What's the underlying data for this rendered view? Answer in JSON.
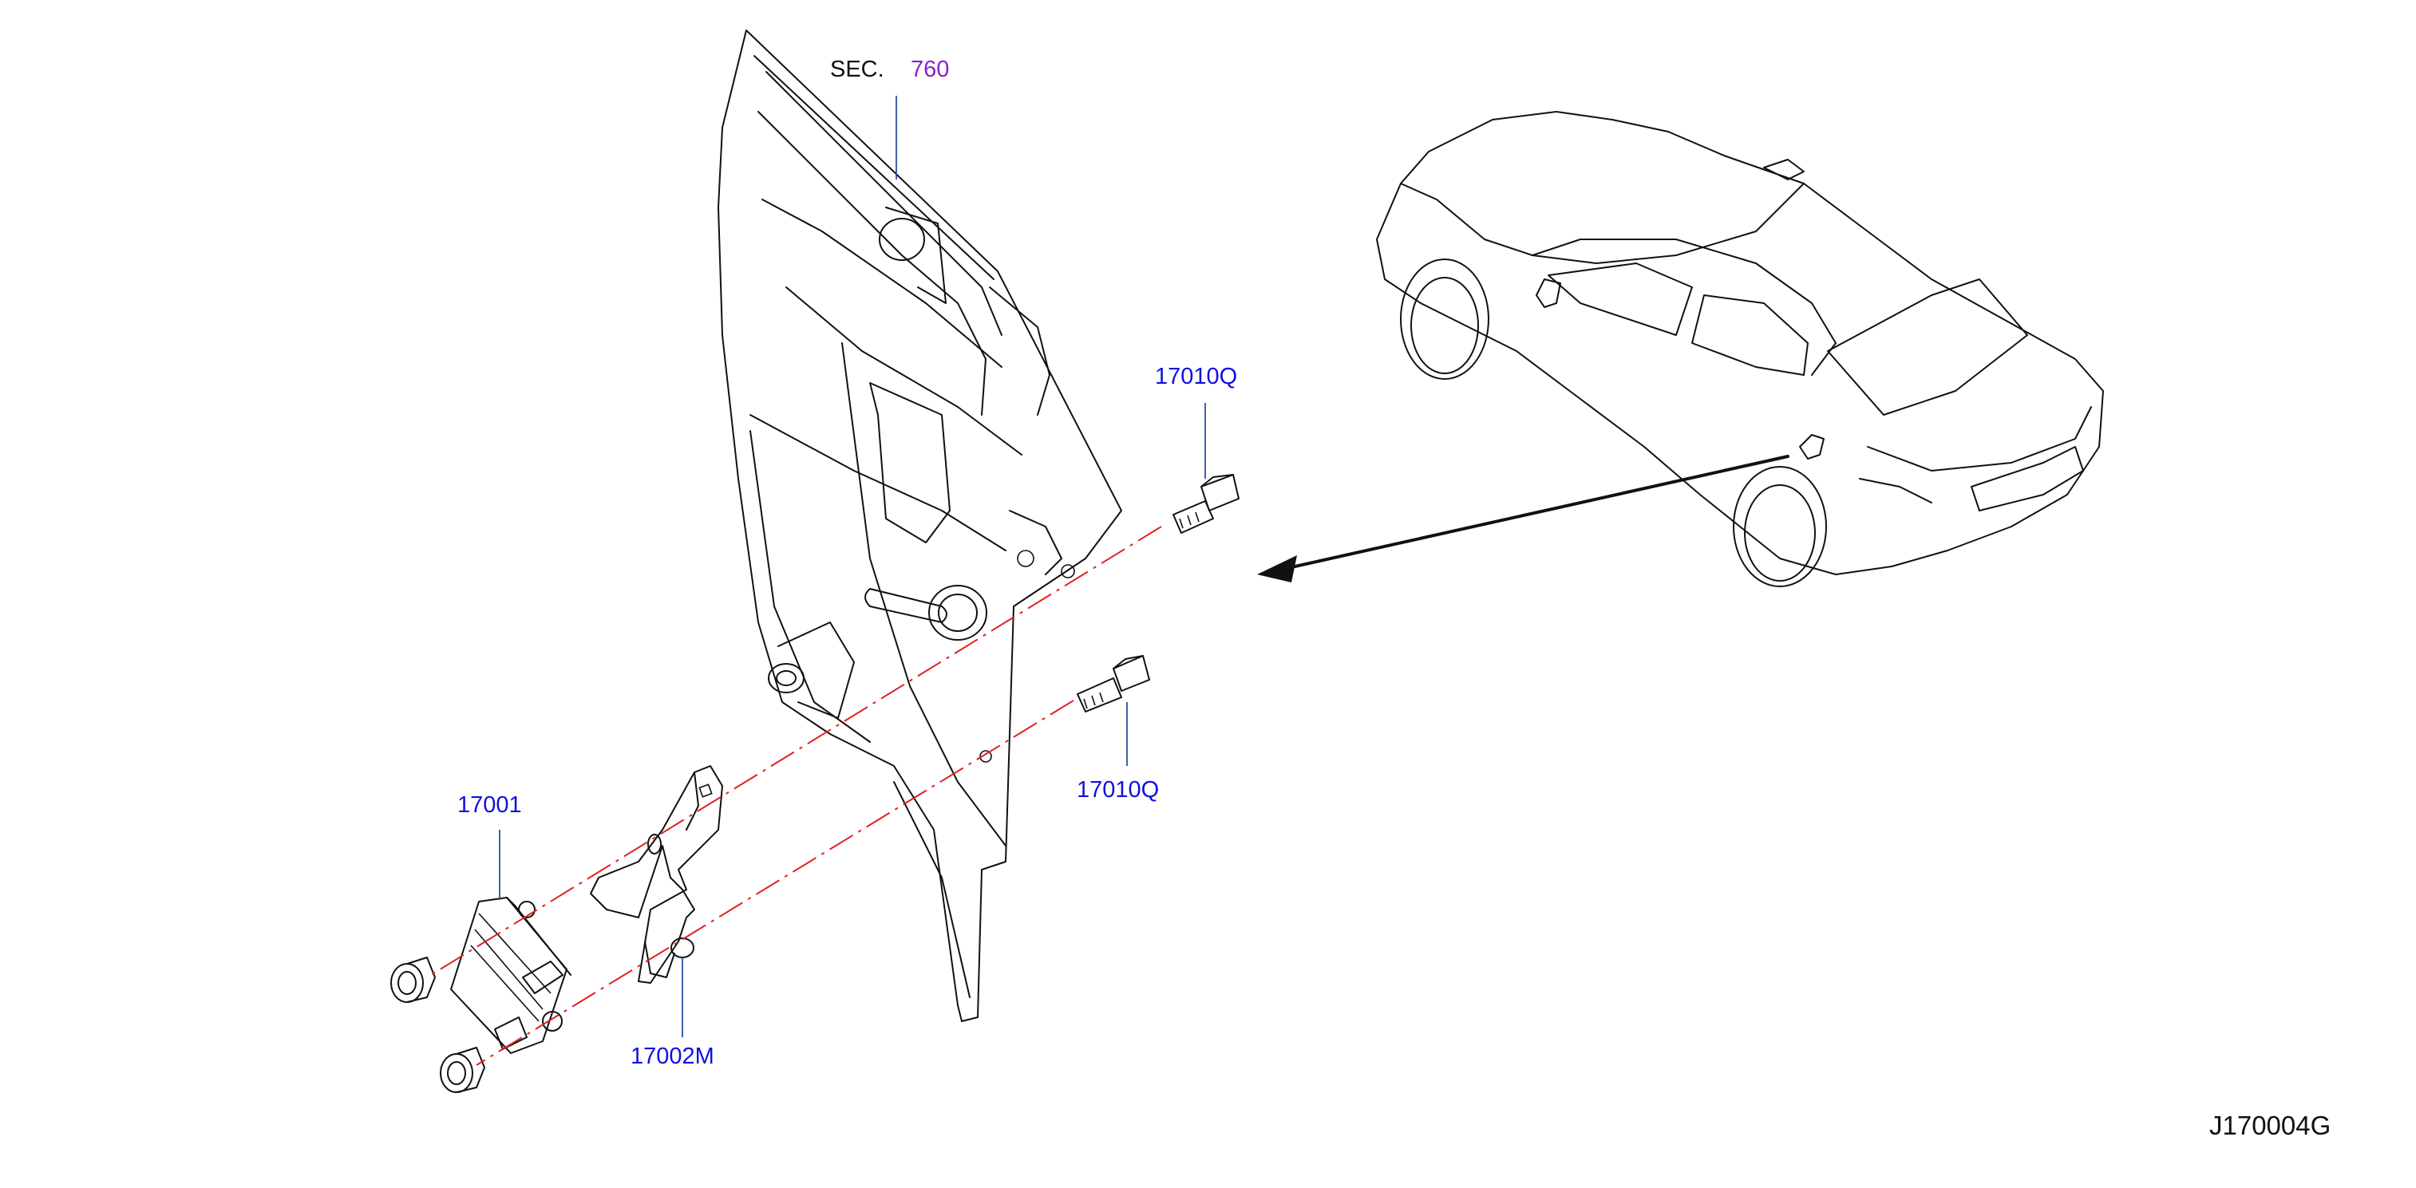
{
  "diagram": {
    "section_prefix": "SEC.",
    "section_number": "760",
    "diagram_code": "J170004G",
    "callouts": [
      {
        "id": "bolt-upper",
        "part_no": "17010Q"
      },
      {
        "id": "bolt-lower",
        "part_no": "17010Q"
      },
      {
        "id": "control-module",
        "part_no": "17001"
      },
      {
        "id": "bracket",
        "part_no": "17002M"
      }
    ],
    "colors": {
      "part_number": "#1010e0",
      "section_reference": "#8a1fd0",
      "centerline": "#e02020",
      "leader": "#2c4fa0",
      "linework": "#111111"
    }
  }
}
